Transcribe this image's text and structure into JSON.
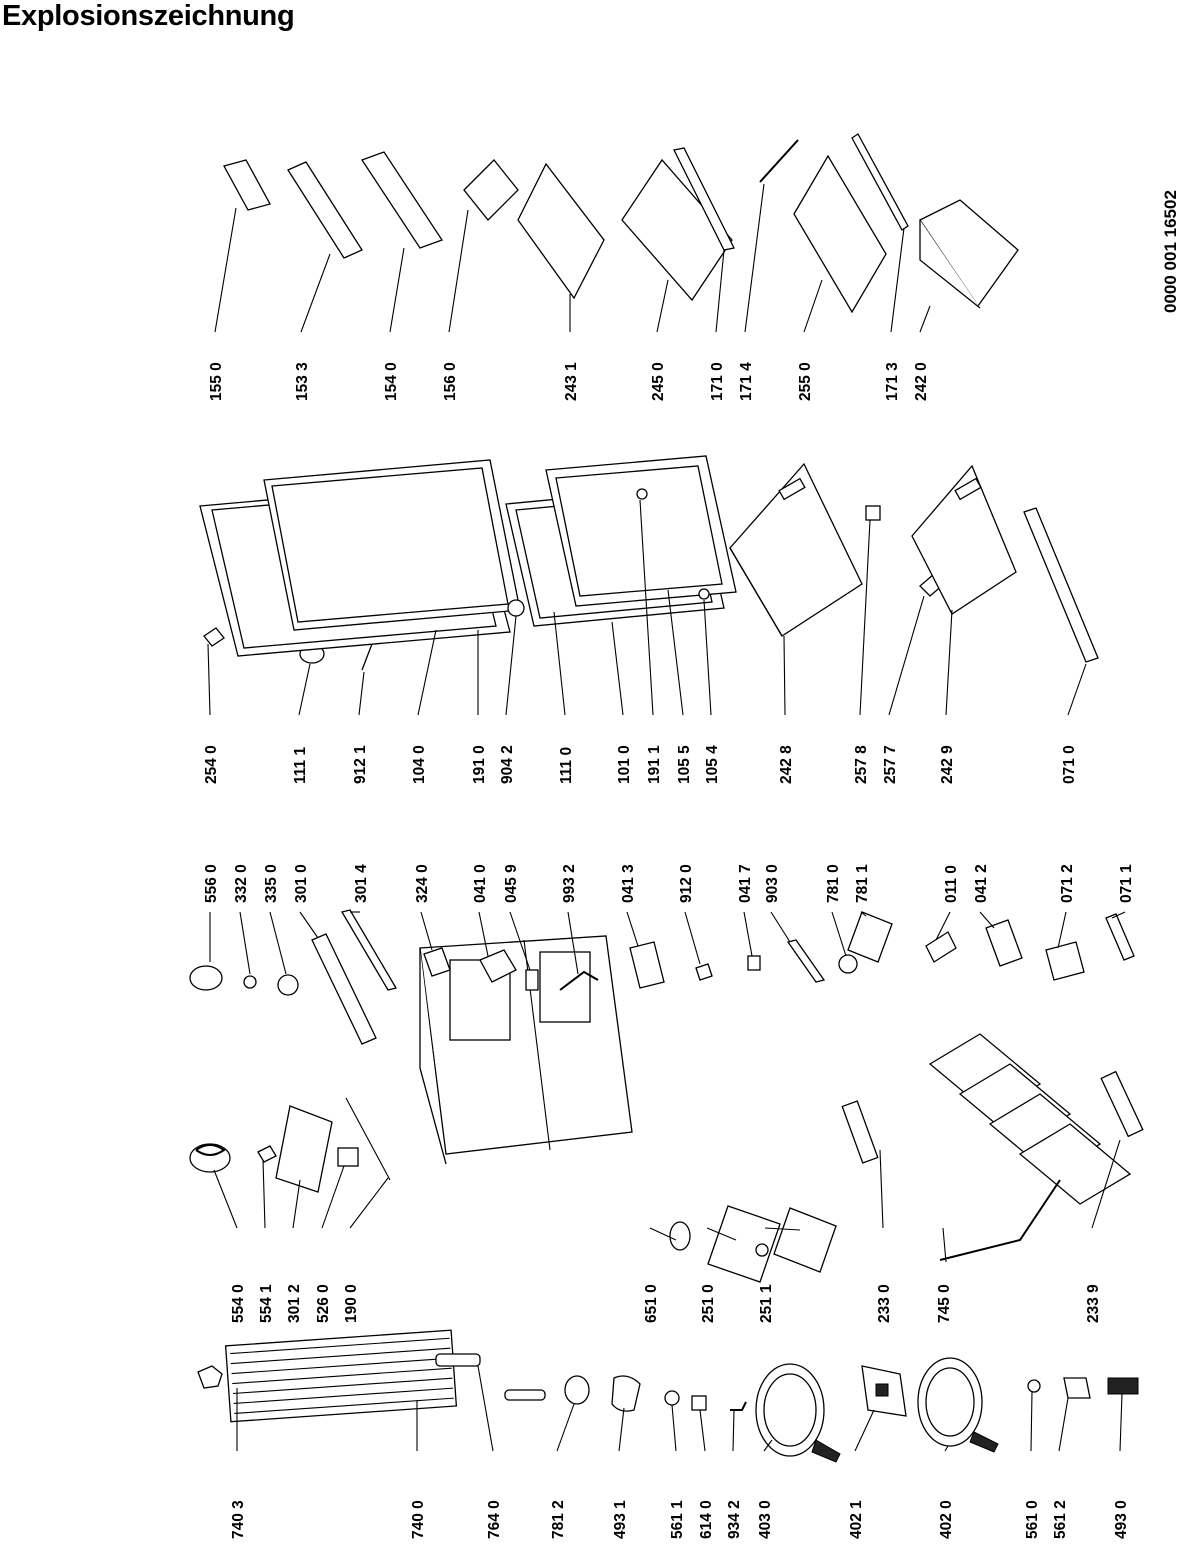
{
  "title": "Explosionszeichnung",
  "document_number": "0000 001 16502",
  "labels": [
    {
      "id": "c1-7403",
      "text": "740 3"
    },
    {
      "id": "c1-7400",
      "text": "740 0"
    },
    {
      "id": "c1-7640",
      "text": "764 0"
    },
    {
      "id": "c1-7812",
      "text": "781 2"
    },
    {
      "id": "c1-4931",
      "text": "493 1"
    },
    {
      "id": "c1-5611",
      "text": "561 1"
    },
    {
      "id": "c1-6140",
      "text": "614 0"
    },
    {
      "id": "c1-9342",
      "text": "934 2"
    },
    {
      "id": "c1-4030",
      "text": "403 0"
    },
    {
      "id": "c1-4021",
      "text": "402 1"
    },
    {
      "id": "c1-4020",
      "text": "402 0"
    },
    {
      "id": "c1-5610",
      "text": "561 0"
    },
    {
      "id": "c1-5612",
      "text": "561 2"
    },
    {
      "id": "c1-4930",
      "text": "493 0"
    },
    {
      "id": "c2-5540",
      "text": "554 0"
    },
    {
      "id": "c2-5541",
      "text": "554 1"
    },
    {
      "id": "c2-3012",
      "text": "301 2"
    },
    {
      "id": "c2-5260",
      "text": "526 0"
    },
    {
      "id": "c2-1900",
      "text": "190 0"
    },
    {
      "id": "c2-6510",
      "text": "651 0"
    },
    {
      "id": "c2-2510",
      "text": "251 0"
    },
    {
      "id": "c2-2511",
      "text": "251 1"
    },
    {
      "id": "c2-2330",
      "text": "233 0"
    },
    {
      "id": "c2-7450",
      "text": "745 0"
    },
    {
      "id": "c2-2339",
      "text": "233 9"
    },
    {
      "id": "c3-5560",
      "text": "556 0"
    },
    {
      "id": "c3-3320",
      "text": "332 0"
    },
    {
      "id": "c3-3350",
      "text": "335 0"
    },
    {
      "id": "c3-3010",
      "text": "301 0"
    },
    {
      "id": "c3-3014",
      "text": "301 4"
    },
    {
      "id": "c3-3240",
      "text": "324 0"
    },
    {
      "id": "c3-0410",
      "text": "041 0"
    },
    {
      "id": "c3-0459",
      "text": "045 9"
    },
    {
      "id": "c3-9932",
      "text": "993 2"
    },
    {
      "id": "c3-0413",
      "text": "041 3"
    },
    {
      "id": "c3-9120",
      "text": "912 0"
    },
    {
      "id": "c3-0417",
      "text": "041 7"
    },
    {
      "id": "c3-9030",
      "text": "903 0"
    },
    {
      "id": "c3-7810",
      "text": "781 0"
    },
    {
      "id": "c3-7811",
      "text": "781 1"
    },
    {
      "id": "c3-0110",
      "text": "011 0"
    },
    {
      "id": "c3-0412",
      "text": "041 2"
    },
    {
      "id": "c3-0712",
      "text": "071 2"
    },
    {
      "id": "c3-0711",
      "text": "071 1"
    },
    {
      "id": "c4-2540",
      "text": "254 0"
    },
    {
      "id": "c4-1111",
      "text": "111 1"
    },
    {
      "id": "c4-9121",
      "text": "912 1"
    },
    {
      "id": "c4-1040",
      "text": "104 0"
    },
    {
      "id": "c4-1910",
      "text": "191 0"
    },
    {
      "id": "c4-9042",
      "text": "904 2"
    },
    {
      "id": "c4-1110",
      "text": "111 0"
    },
    {
      "id": "c4-1010",
      "text": "101 0"
    },
    {
      "id": "c4-1911",
      "text": "191 1"
    },
    {
      "id": "c4-1055",
      "text": "105 5"
    },
    {
      "id": "c4-1054",
      "text": "105 4"
    },
    {
      "id": "c4-2428",
      "text": "242 8"
    },
    {
      "id": "c4-2578",
      "text": "257 8"
    },
    {
      "id": "c4-2577",
      "text": "257 7"
    },
    {
      "id": "c4-2429",
      "text": "242 9"
    },
    {
      "id": "c4-0710",
      "text": "071 0"
    },
    {
      "id": "c5-1550",
      "text": "155 0"
    },
    {
      "id": "c5-1533",
      "text": "153 3"
    },
    {
      "id": "c5-1540",
      "text": "154 0"
    },
    {
      "id": "c5-1560",
      "text": "156 0"
    },
    {
      "id": "c5-2431",
      "text": "243 1"
    },
    {
      "id": "c5-2450",
      "text": "245 0"
    },
    {
      "id": "c5-1710",
      "text": "171 0"
    },
    {
      "id": "c5-1714",
      "text": "171 4"
    },
    {
      "id": "c5-2550",
      "text": "255 0"
    },
    {
      "id": "c5-1713",
      "text": "171 3"
    },
    {
      "id": "c5-2420",
      "text": "242 0"
    }
  ]
}
